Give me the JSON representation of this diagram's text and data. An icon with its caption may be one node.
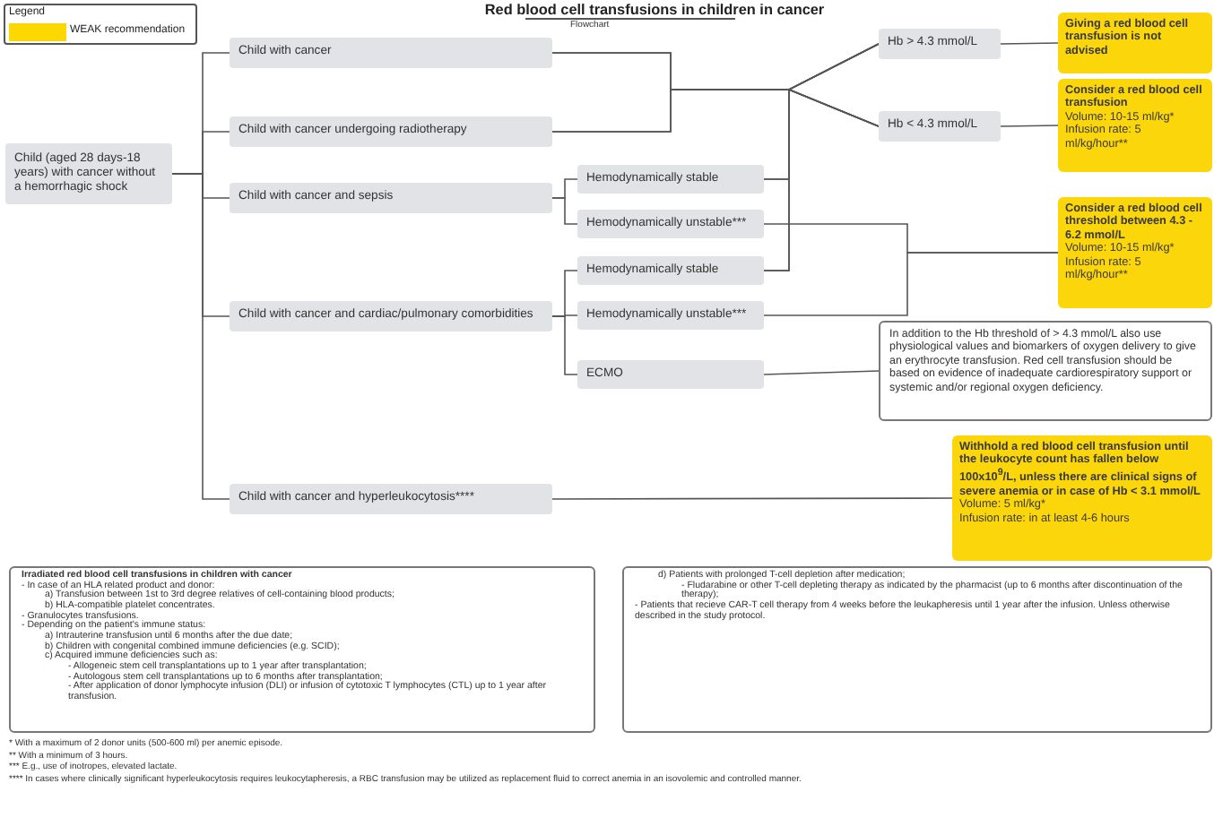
{
  "diagram": {
    "title": "Red blood cell transfusions in children in cancer",
    "nodes": [
      {
        "text": [
          "Child (aged 28 days-18 years) with cancer without a hemorrhagic shock"
        ]
      },
      {
        "text": [
          "Child with cancer"
        ]
      },
      {
        "text": [
          "Child with cancer undergoing radiotherapy"
        ]
      },
      {
        "text": [
          "Child with cancer and sepsis"
        ]
      },
      {
        "text": [
          "Child with cancer and cardiac/pulmonary comorbidities"
        ]
      },
      {
        "text": [
          "Child with cancer and hyperleukocytosis****"
        ]
      },
      {
        "text": [
          "Hemodynamically stable"
        ]
      },
      {
        "text": [
          "Hemodynamically unstable***"
        ]
      },
      {
        "text": [
          "Hemodynamically stable"
        ]
      },
      {
        "text": [
          "Hemodynamically unstable***"
        ]
      },
      {
        "text": [
          "ECMO"
        ]
      },
      {
        "text": [
          "Hb > 4.3 mmol/L"
        ]
      },
      {
        "text": [
          "Hb < 4.3 mmol/L"
        ]
      },
      {
        "text": [
          "Giving a red blood cell transfusion is not advised"
        ]
      },
      {
        "text": [
          "Consider a red blood cell transfusion",
          "Volume: 10-15 ml/kg*",
          "Infusion rate: 5 ml/kg/hour**"
        ]
      },
      {
        "text": [
          "Consider a red blood cell threshold between 4.3 - 6.2 mmol/L",
          "Volume: 10-15 ml/kg*",
          "Infusion rate: 5 ml/kg/hour**"
        ]
      },
      {
        "text": [
          "In addition to the Hb threshold of > 4.3 mmol/L also use physiological values and biomarkers of oxygen delivery to give an erythrocyte transfusion. Red cell transfusion should be based on evidence of inadequate cardiorespiratory support or systemic and/or regional oxygen deficiency."
        ]
      },
      {
        "text": [
          "Withhold a red blood cell transfusion until the leukocyte count has fallen below 100x10$^{9}$/L, unless there are clinical signs of severe anemia or in case of Hb < 3.1 mmol/L",
          "Volume: 5 ml/kg*",
          "Infusion rate: in at least 4-6 hours"
        ]
      },
      {
        "text": [
          "Irradiated red blood cell transfusions in children with cancer",
          "- In case of an HLA related product and donor:",
          "a) Transfusion between 1st to 3rd degree relatives of cell-containing blood products;",
          "b) HLA-compatible platelet concentrates.",
          "- Granulocytes transfusions.",
          "- Depending on the patient's immune status:",
          "a) Intrauterine transfusion until 6 months after the due date;",
          "b) Children with congenital combined immune deficiencies (e.g. SCID);",
          "c) Acquired immune deficiencies such as:",
          "- Allogeneic stem cell transplantations  up to 1 year after transplantation;",
          "- Autologous stem cell transplantations up to 6 months after transplantation;",
          "- After application of donor lymphocyte infusion (DLI) or infusion of cytotoxic T lymphocytes (CTL) up to 1 year after transfusion."
        ]
      },
      {
        "text": [
          "d) Patients with prolonged T-cell depletion after medication;",
          "- Fludarabine or other T-cell depleting therapy as indicated by the pharmacist (up to 6 months after discontinuation of the therapy);",
          "- Patients that recieve CAR-T cell therapy from 4 weeks before the leukapheresis until 1 year after the infusion. Unless otherwise described in the study protocol."
        ]
      }
    ],
    "edges": [
      {
        "from": 0,
        "to": 1,
        "arrow": "none"
      },
      {
        "from": 0,
        "to": 2,
        "arrow": "none"
      },
      {
        "from": 0,
        "to": 3,
        "arrow": "none"
      },
      {
        "from": 0,
        "to": 4,
        "arrow": "none"
      },
      {
        "from": 0,
        "to": 5,
        "arrow": "none"
      },
      {
        "from": 3,
        "to": 6,
        "arrow": "none"
      },
      {
        "from": 3,
        "to": 7,
        "arrow": "none"
      },
      {
        "from": 4,
        "to": 8,
        "arrow": "none"
      },
      {
        "from": 4,
        "to": 9,
        "arrow": "none"
      },
      {
        "from": 4,
        "to": 10,
        "arrow": "none"
      },
      {
        "from": 1,
        "to": 11,
        "arrow": "none"
      },
      {
        "from": 1,
        "to": 12,
        "arrow": "none"
      },
      {
        "from": 2,
        "to": 11,
        "arrow": "none"
      },
      {
        "from": 2,
        "to": 12,
        "arrow": "none"
      },
      {
        "from": 6,
        "to": 11,
        "arrow": "none"
      },
      {
        "from": 6,
        "to": 12,
        "arrow": "none"
      },
      {
        "from": 8,
        "to": 11,
        "arrow": "none"
      },
      {
        "from": 8,
        "to": 12,
        "arrow": "none"
      },
      {
        "from": 11,
        "to": 13,
        "arrow": "none"
      },
      {
        "from": 12,
        "to": 14,
        "arrow": "none"
      },
      {
        "from": 7,
        "to": 15,
        "arrow": "none"
      },
      {
        "from": 9,
        "to": 15,
        "arrow": "none"
      },
      {
        "from": 10,
        "to": 16,
        "arrow": "none"
      },
      {
        "from": 5,
        "to": 17,
        "arrow": "none"
      }
    ],
    "labels": [
      "Legend",
      "Flowchart",
      "* With a maximum of 2 donor units (500-600 ml) per anemic episode.",
      "** With a minimum of 3 hours.",
      "*** E.g., use of inotropes, elevated lactate.",
      "**** In cases where clinically significant hyperleukocytosis requires leukocytapheresis, a RBC transfusion may be utilized as replacement fluid to correct anemia in an isovolemic and controlled manner."
    ],
    "legend": [
      {
        "text": "WEAK recommendation",
        "color": "#fcd800"
      }
    ]
  }
}
